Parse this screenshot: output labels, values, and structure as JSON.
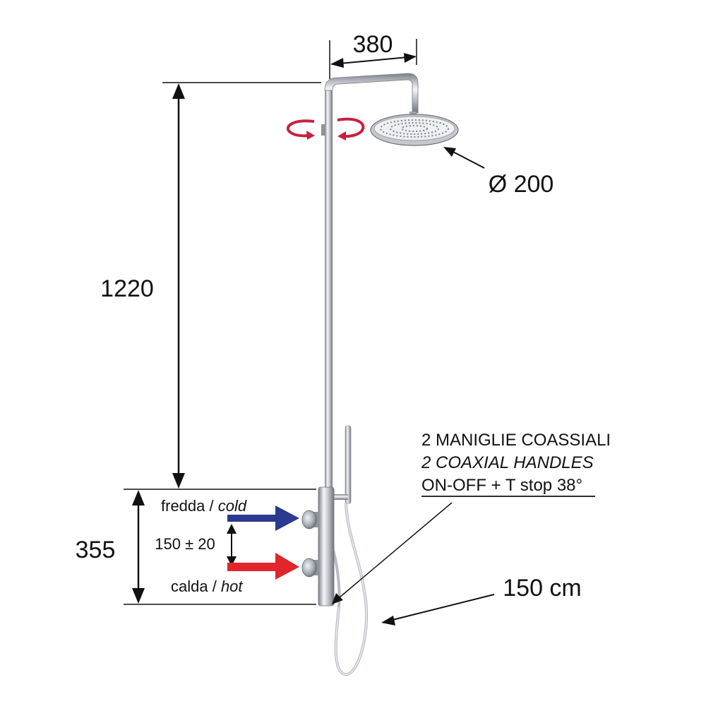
{
  "dimensions": {
    "arm_reach": "380",
    "head_diameter": "Ø 200",
    "column_height": "1220",
    "valve_height": "355",
    "inlet_spacing": "150 ± 20",
    "hose_length": "150 cm"
  },
  "inlets": {
    "cold_it": "fredda / ",
    "cold_en": "cold",
    "hot_it": "calda / ",
    "hot_en": "hot"
  },
  "note": {
    "line1": "2 MANIGLIE COASSIALI",
    "line2": "2 COAXIAL HANDLES",
    "line3": "ON-OFF + T stop 38°"
  },
  "colors": {
    "cold_arrow": "#2b3990",
    "hot_arrow": "#e0252b",
    "rotate_arrow": "#c8203f",
    "chrome": "#8e939a"
  },
  "icons": {
    "rotation": "rotate-arrows-icon"
  }
}
